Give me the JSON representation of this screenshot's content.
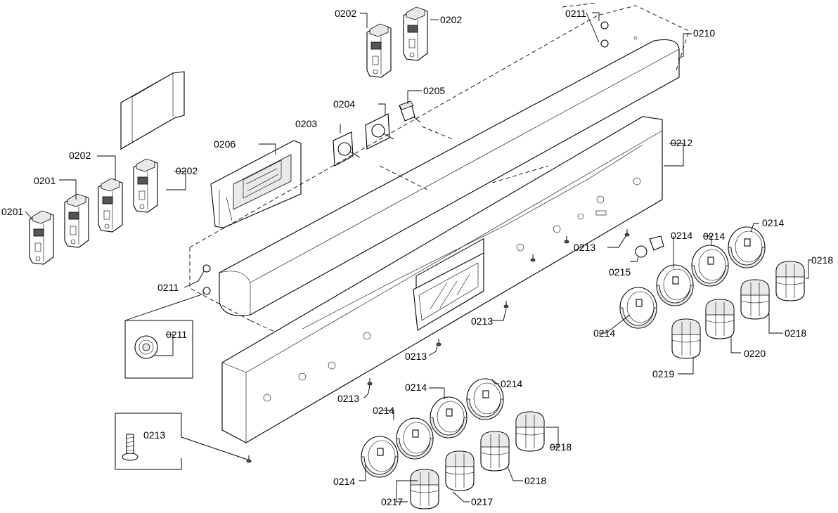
{
  "callouts": [
    {
      "id": "c1",
      "text": "0201"
    },
    {
      "id": "c2",
      "text": "0201"
    },
    {
      "id": "c3",
      "text": "0202"
    },
    {
      "id": "c4",
      "text": "0202"
    },
    {
      "id": "c5",
      "text": "0202"
    },
    {
      "id": "c6",
      "text": "0202"
    },
    {
      "id": "c7",
      "text": "0203"
    },
    {
      "id": "c8",
      "text": "0204"
    },
    {
      "id": "c9",
      "text": "0205"
    },
    {
      "id": "c10",
      "text": "0206"
    },
    {
      "id": "c11",
      "text": "0210"
    },
    {
      "id": "c12",
      "text": "0211"
    },
    {
      "id": "c13",
      "text": "0211"
    },
    {
      "id": "c14",
      "text": "0211"
    },
    {
      "id": "c15",
      "text": "0212"
    },
    {
      "id": "c16",
      "text": "0213"
    },
    {
      "id": "c17",
      "text": "0213"
    },
    {
      "id": "c18",
      "text": "0213"
    },
    {
      "id": "c19",
      "text": "0213"
    },
    {
      "id": "c20",
      "text": "0213"
    },
    {
      "id": "c21",
      "text": "0214"
    },
    {
      "id": "c22",
      "text": "0214"
    },
    {
      "id": "c23",
      "text": "0214"
    },
    {
      "id": "c24",
      "text": "0214"
    },
    {
      "id": "c25",
      "text": "0214"
    },
    {
      "id": "c26",
      "text": "0214"
    },
    {
      "id": "c27",
      "text": "0214"
    },
    {
      "id": "c28",
      "text": "0214"
    },
    {
      "id": "c29",
      "text": "0215"
    },
    {
      "id": "c30",
      "text": "0217"
    },
    {
      "id": "c31",
      "text": "0217"
    },
    {
      "id": "c32",
      "text": "0218"
    },
    {
      "id": "c33",
      "text": "0218"
    },
    {
      "id": "c34",
      "text": "0218"
    },
    {
      "id": "c35",
      "text": "0218"
    },
    {
      "id": "c36",
      "text": "0219"
    },
    {
      "id": "c37",
      "text": "0220"
    }
  ]
}
